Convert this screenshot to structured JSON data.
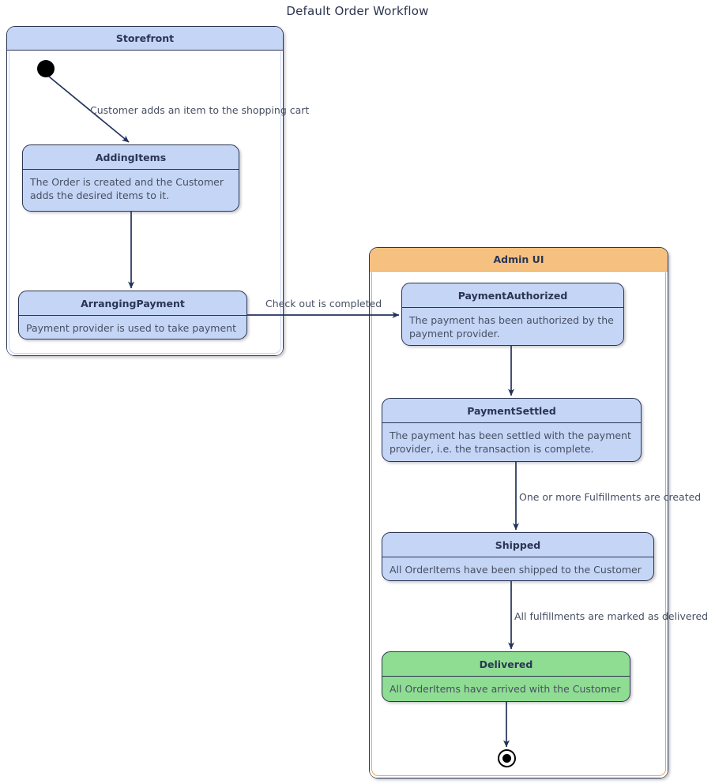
{
  "diagram": {
    "title": "Default Order Workflow",
    "type": "uml-state-diagram",
    "colors": {
      "state_fill": "#c5d5f5",
      "final_state_fill": "#8fdd92",
      "storefront_header": "#c5d5f5",
      "adminui_header": "#f6c180",
      "border": "#2b3553",
      "text": "#474f63"
    }
  },
  "containers": [
    {
      "id": "storefront",
      "title": "Storefront",
      "states": [
        "addingitems",
        "arrangingpayment"
      ]
    },
    {
      "id": "adminui",
      "title": "Admin UI",
      "states": [
        "paymentauthorized",
        "paymentsettled",
        "shipped",
        "delivered"
      ]
    }
  ],
  "states": {
    "addingitems": {
      "name": "AddingItems",
      "description": "The Order is created and the Customer adds the desired items to it."
    },
    "arrangingpayment": {
      "name": "ArrangingPayment",
      "description": "Payment provider is used to take payment"
    },
    "paymentauthorized": {
      "name": "PaymentAuthorized",
      "description": "The payment has been authorized by the payment provider."
    },
    "paymentsettled": {
      "name": "PaymentSettled",
      "description": "The payment has been settled with the payment provider, i.e. the transaction is complete."
    },
    "shipped": {
      "name": "Shipped",
      "description": "All OrderItems have been shipped to the Customer"
    },
    "delivered": {
      "name": "Delivered",
      "description": "All OrderItems have arrived with the Customer"
    }
  },
  "transitions": [
    {
      "id": "t1",
      "from": "initial",
      "to": "addingitems",
      "label": "Customer adds an item to the shopping cart"
    },
    {
      "id": "t2",
      "from": "addingitems",
      "to": "arrangingpayment",
      "label": ""
    },
    {
      "id": "t3",
      "from": "arrangingpayment",
      "to": "paymentauthorized",
      "label": "Check out is completed"
    },
    {
      "id": "t4",
      "from": "paymentauthorized",
      "to": "paymentsettled",
      "label": ""
    },
    {
      "id": "t5",
      "from": "paymentsettled",
      "to": "shipped",
      "label": "One or more Fulfillments are created"
    },
    {
      "id": "t6",
      "from": "shipped",
      "to": "delivered",
      "label": "All fulfillments are marked as delivered"
    },
    {
      "id": "t7",
      "from": "delivered",
      "to": "final",
      "label": ""
    }
  ]
}
